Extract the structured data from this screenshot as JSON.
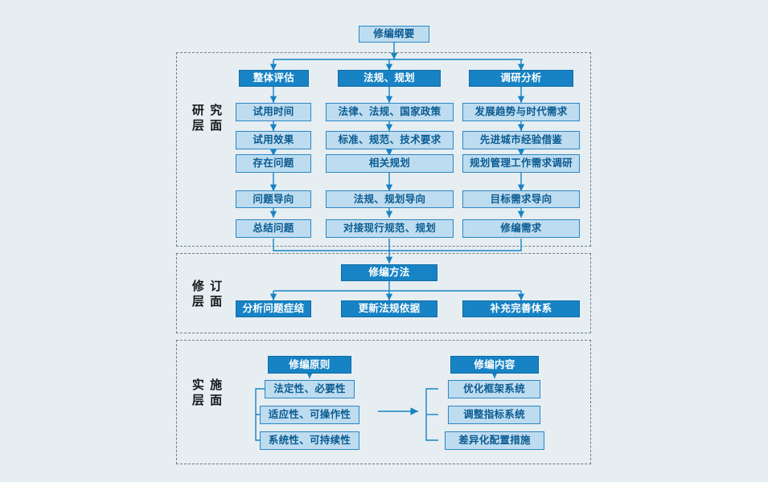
{
  "diagram": {
    "title_node": "修编纲要",
    "panels": [
      {
        "label": "研 究\n层 面",
        "label_lines": [
          "研 究",
          "层 面"
        ]
      },
      {
        "label": "修 订\n层 面",
        "label_lines": [
          "修 订",
          "层 面"
        ]
      },
      {
        "label": "实 施\n层 面",
        "label_lines": [
          "实 施",
          "层 面"
        ]
      }
    ],
    "panel_labels": {
      "research": [
        "研 究",
        "层 面"
      ],
      "revision": [
        "修 订",
        "层 面"
      ],
      "implementation": [
        "实 施",
        "层 面"
      ]
    },
    "research": {
      "columns": [
        {
          "header": "整体评估",
          "items": [
            "试用时间",
            "试用效果",
            "存在问题"
          ],
          "orientation": "问题导向",
          "result": "总结问题"
        },
        {
          "header": "法规、规划",
          "items": [
            "法律、法规、国家政策",
            "标准、规范、技术要求",
            "相关规划"
          ],
          "orientation": "法规、规划导向",
          "result": "对接现行规范、规划"
        },
        {
          "header": "调研分析",
          "items": [
            "发展趋势与时代需求",
            "先进城市经验借鉴",
            "规划管理工作需求调研"
          ],
          "orientation": "目标需求导向",
          "result": "修编需求"
        }
      ]
    },
    "revision": {
      "header": "修编方法",
      "items": [
        "分析问题症结",
        "更新法规依据",
        "补充完善体系"
      ]
    },
    "implementation": {
      "left": {
        "header": "修编原则",
        "items": [
          "法定性、必要性",
          "适应性、可操作性",
          "系统性、可持续性"
        ]
      },
      "right": {
        "header": "修编内容",
        "items": [
          "优化框架系统",
          "调整指标系统",
          "差异化配置措施"
        ]
      }
    },
    "colors": {
      "dark_fill": "#1783c4",
      "dark_border": "#0f6ba6",
      "light_fill": "#bedcf0",
      "light_border": "#2b86c4",
      "line": "#1783c4",
      "panel_border": "#6f7d85",
      "background": "#e6eef2"
    }
  }
}
